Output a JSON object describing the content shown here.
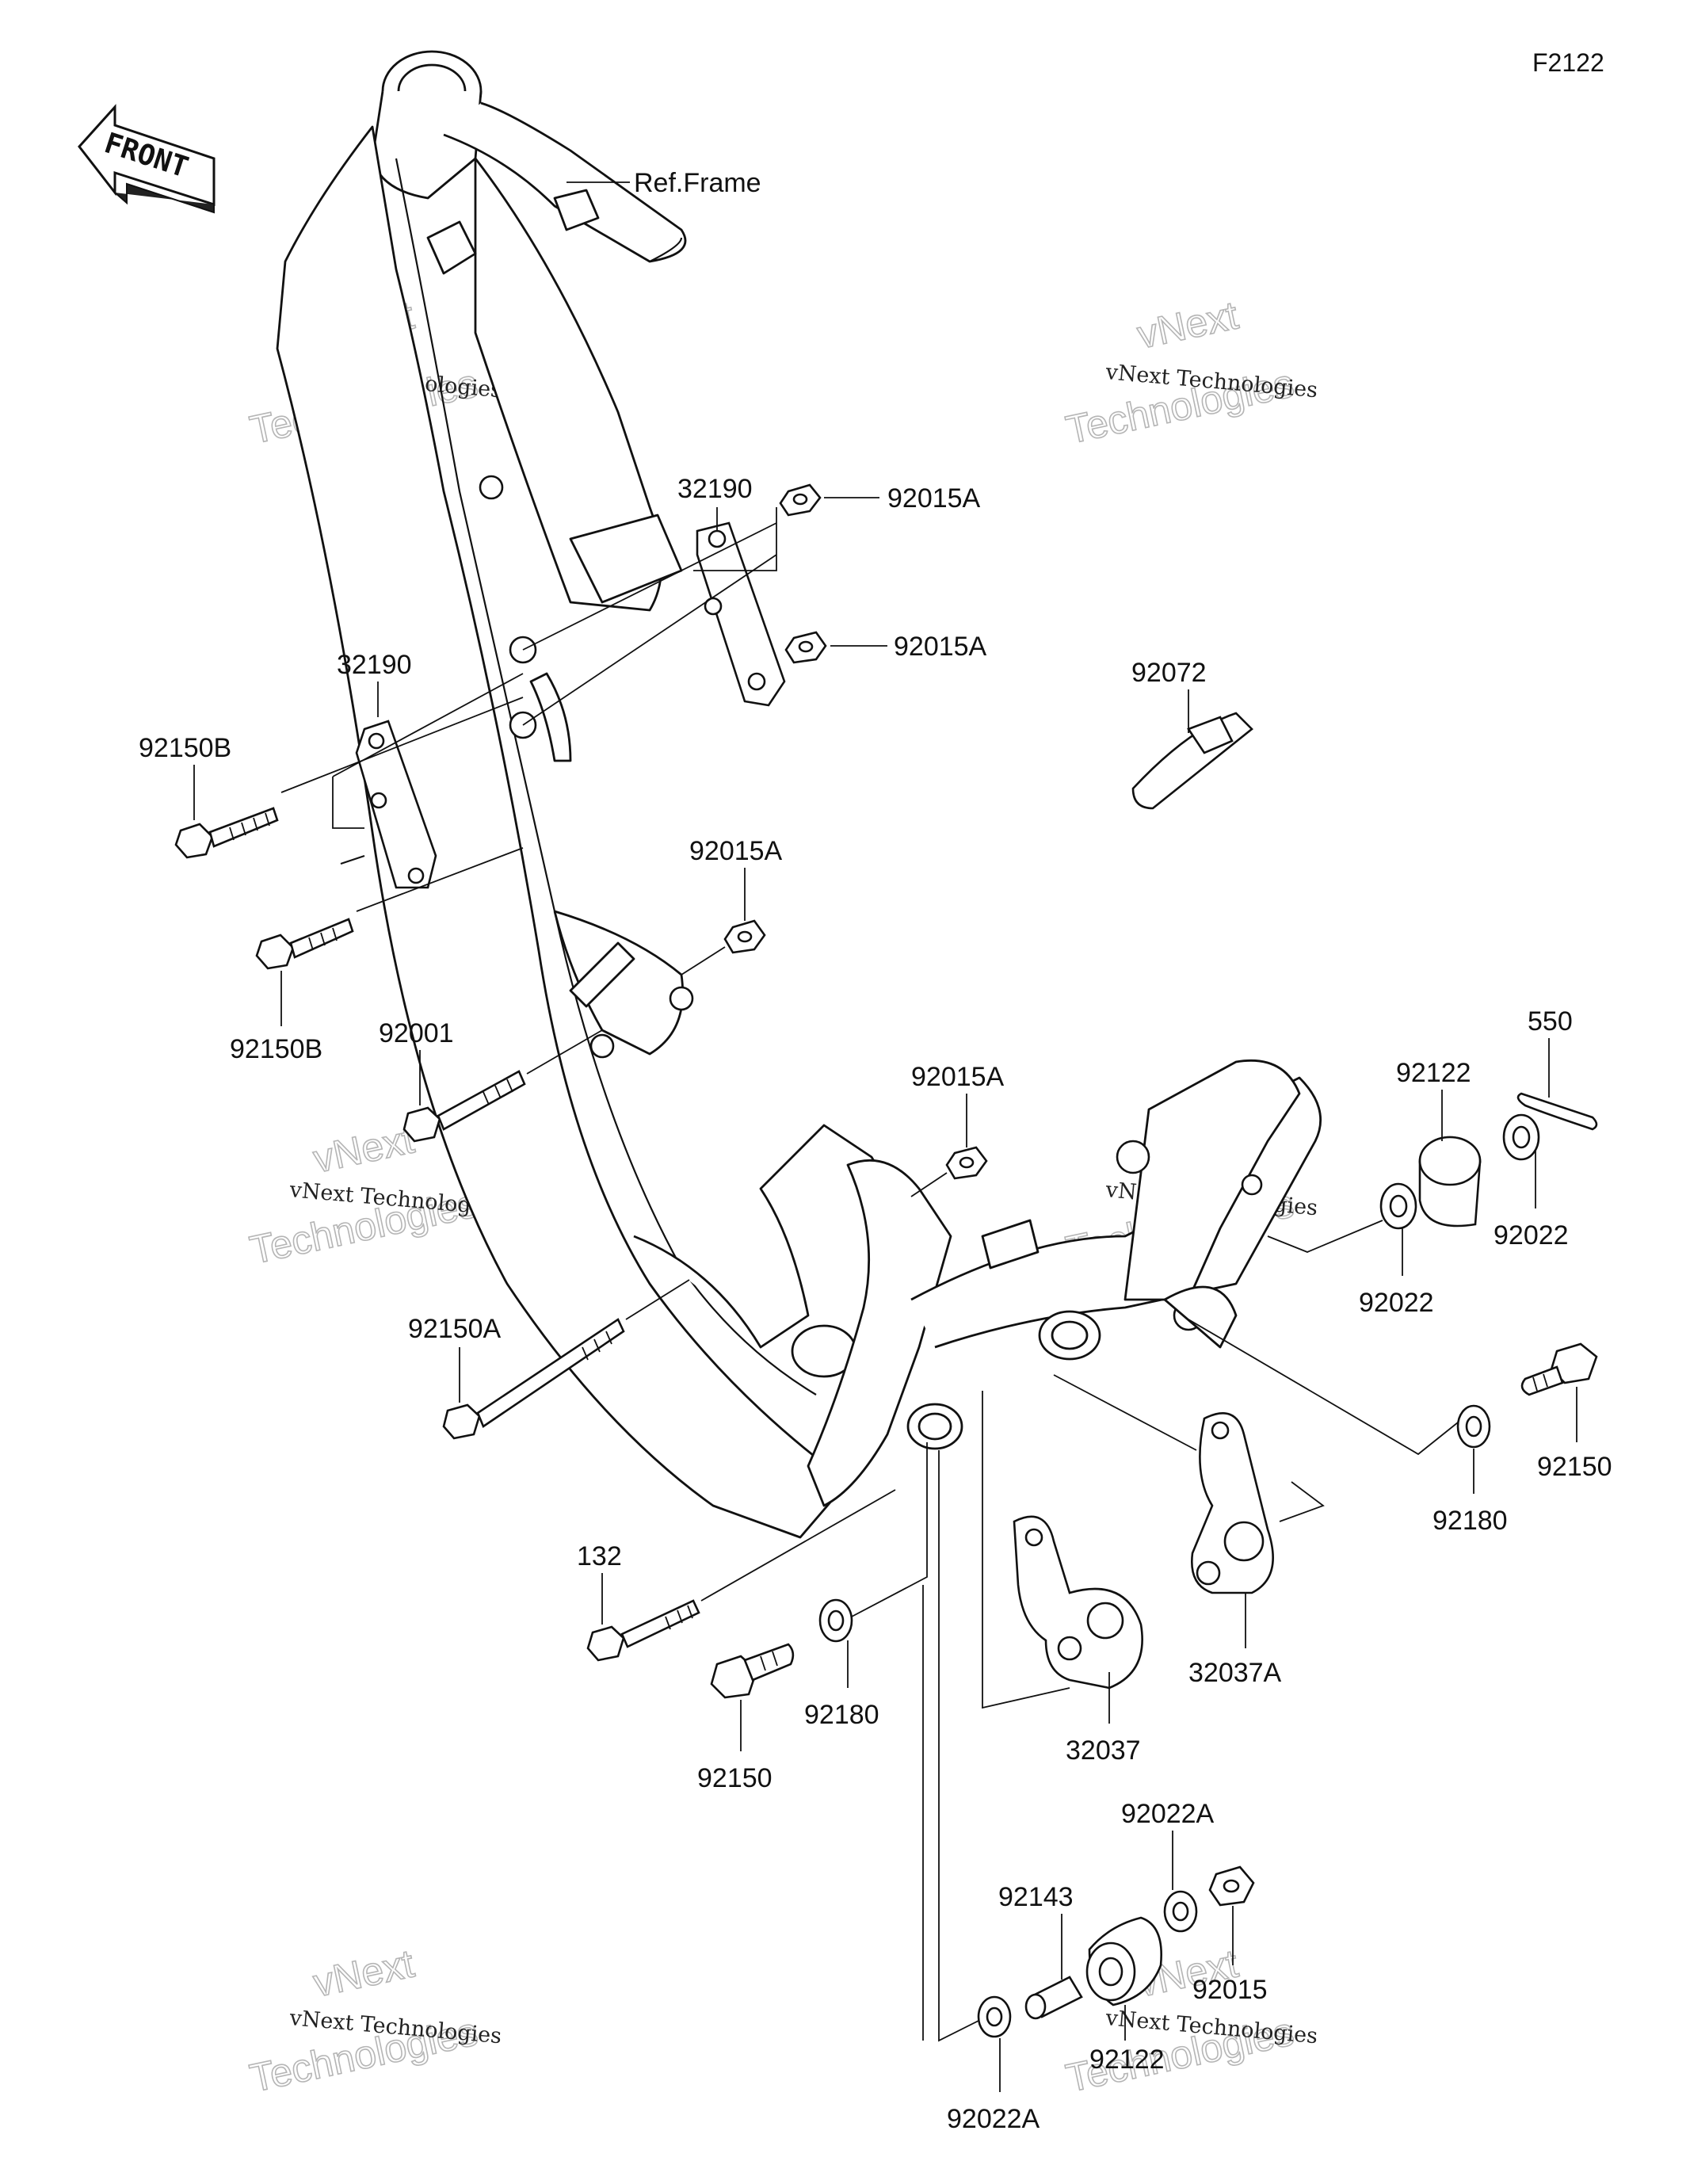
{
  "diagram_code": "F2122",
  "front_arrow": {
    "label": "FRONT",
    "icon": "front-arrow-icon"
  },
  "reference_label": "Ref.Frame",
  "watermark": {
    "line1": "vNext Technologies",
    "line2a": "vNext",
    "line2b": "Technologies"
  },
  "parts": {
    "p32190_top": "32190",
    "p92015A_1": "92015A",
    "p92015A_2": "92015A",
    "p32190_left": "32190",
    "p92150B_top": "92150B",
    "p92150B_bottom": "92150B",
    "p92015A_3": "92015A",
    "p92001": "92001",
    "p92015A_4": "92015A",
    "p92072": "92072",
    "p550": "550",
    "p92122_top": "92122",
    "p92022_right": "92022",
    "p92022_left": "92022",
    "p92150A": "92150A",
    "p92150_right": "92150",
    "p92180_right": "92180",
    "p32037A": "32037A",
    "p132": "132",
    "p92150_bottom": "92150",
    "p92180_bottom": "92180",
    "p32037": "32037",
    "p92022A_top": "92022A",
    "p92143": "92143",
    "p92015": "92015",
    "p92122_bottom": "92122",
    "p92022A_bottom": "92022A"
  }
}
